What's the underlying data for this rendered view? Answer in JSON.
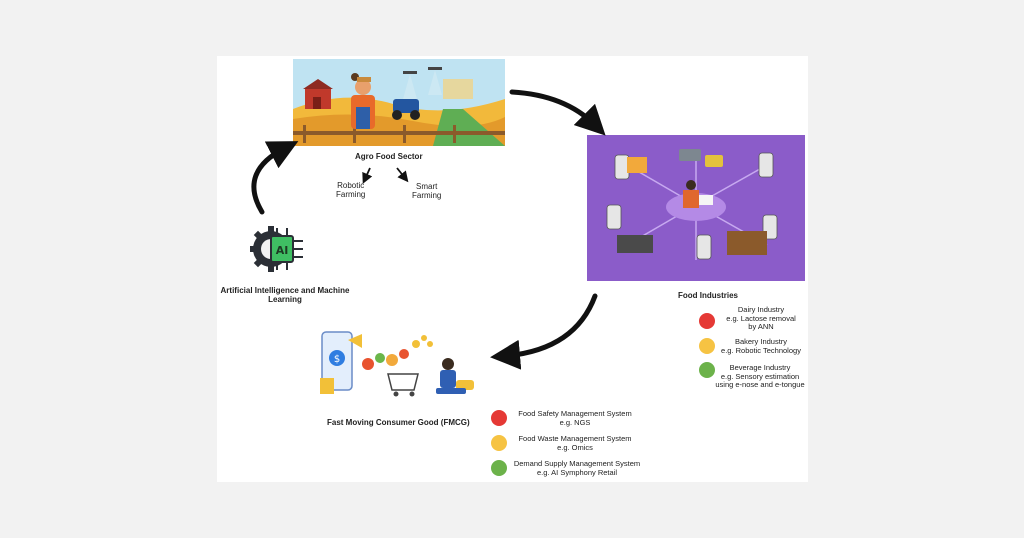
{
  "agro": {
    "title": "Agro Food Sector",
    "branches": [
      "Robotic\nFarming",
      "Smart\nFarming"
    ]
  },
  "food": {
    "title": "Food Industries",
    "items": [
      {
        "text": "Dairy Industry\ne.g. Lactose removal\nby ANN",
        "color": "#e53935"
      },
      {
        "text": "Bakery Industry\ne.g. Robotic Technology",
        "color": "#f6c343"
      },
      {
        "text": "Beverage Industry\ne.g. Sensory estimation\nusing e-nose and e-tongue",
        "color": "#6cb24a"
      }
    ]
  },
  "fmcg": {
    "title": "Fast Moving Consumer Good (FMCG)",
    "items": [
      {
        "text": "Food Safety Management System\ne.g. NGS",
        "color": "#e53935"
      },
      {
        "text": "Food Waste Management System\ne.g. Omics",
        "color": "#f6c343"
      },
      {
        "text": "Demand Supply Management System\ne.g. AI Symphony Retail",
        "color": "#6cb24a"
      }
    ]
  },
  "ai": {
    "title": "Artificial Intelligence and Machine\nLearning",
    "chip_label": "AI"
  },
  "colors": {
    "arrow": "#111111",
    "food_panel": "#8b5cc9",
    "chip_green": "#3fbf63",
    "chip_dark": "#2b2f36"
  }
}
